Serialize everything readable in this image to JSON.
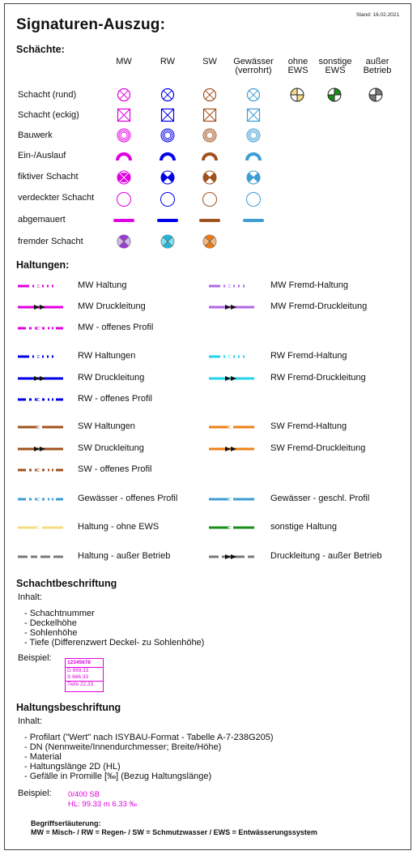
{
  "header": {
    "title": "Signaturen-Auszug:",
    "stand": "Stand: 16.02.2021"
  },
  "schaechte": {
    "heading": "Schächte:",
    "columns": {
      "mw": "MW",
      "rw": "RW",
      "sw": "SW",
      "gew_line1": "Gewässer",
      "gew_line2": "(verrohrt)",
      "ohne_line1": "ohne",
      "ohne_line2": "EWS",
      "sonst_line1": "sonstige",
      "sonst_line2": "EWS",
      "ausser_line1": "außer",
      "ausser_line2": "Betrieb"
    },
    "rows": [
      "Schacht (rund)",
      "Schacht (eckig)",
      "Bauwerk",
      "Ein-/Auslauf",
      "fiktiver Schacht",
      "verdeckter Schacht",
      "abgemauert",
      "fremder Schacht"
    ]
  },
  "colors": {
    "mw": "#e100e1",
    "rw": "#0000e6",
    "sw": "#a0521e",
    "gew": "#3d9dd4",
    "mw_fremd": "#b06ae6",
    "rw_fremd": "#22d3ee",
    "sw_fremd": "#f07f16",
    "ohne_ews": "#f5dc82",
    "sonstige": "#1a8c1a",
    "ausser": "#7a7a7a"
  },
  "haltungen": {
    "heading": "Haltungen:",
    "left": [
      "MW Haltung",
      "MW Druckleitung",
      "MW - offenes Profil",
      "RW Haltungen",
      "RW Druckleitung",
      "RW - offenes Profil",
      "SW Haltungen",
      "SW Druckleitung",
      "SW - offenes Profil",
      "Gewässer - offenes Profil",
      "Haltung - ohne EWS",
      "Haltung - außer Betrieb"
    ],
    "right": [
      "MW Fremd-Haltung",
      "MW Fremd-Druckleitung",
      "RW Fremd-Haltung",
      "RW Fremd-Druckleitung",
      "SW Fremd-Haltung",
      "SW Fremd-Druckleitung",
      "Gewässer - geschl. Profil",
      "sonstige Haltung",
      "Druckleitung - außer Betrieb"
    ]
  },
  "schachtbeschriftung": {
    "heading": "Schachtbeschriftung",
    "inhalt": "Inhalt:",
    "items": [
      "- Schachtnummer",
      "- Deckelhöhe",
      "- Sohlenhöhe",
      "- Tiefe (Differenzwert Deckel- zu Sohlenhöhe)"
    ],
    "beispiel": "Beispiel:",
    "box": {
      "nummer": "12345678",
      "d": "D  999.33",
      "s": "S  666.33",
      "tiefe": "Tiefe  22.33"
    }
  },
  "haltungsbeschriftung": {
    "heading": "Haltungsbeschriftung",
    "inhalt": "Inhalt:",
    "items": [
      "- Profilart (\"Wert\" nach ISYBAU-Format - Tabelle A-7-238G205)",
      "- DN (Nennweite/Innendurchmesser; Breite/Höhe)",
      "- Material",
      "- Haltungslänge 2D (HL)",
      "- Gefälle in Promille [‰] (Bezug Haltungslänge)"
    ],
    "beispiel": "Beispiel:",
    "example_line1": "0/400   SB",
    "example_line2": "HL: 99.33 m    6.33 ‰"
  },
  "begriffe": {
    "heading": "Begriffserläuterung:",
    "text": "MW = Misch- / RW = Regen- / SW = Schmutzwasser / EWS = Entwässerungssystem"
  }
}
